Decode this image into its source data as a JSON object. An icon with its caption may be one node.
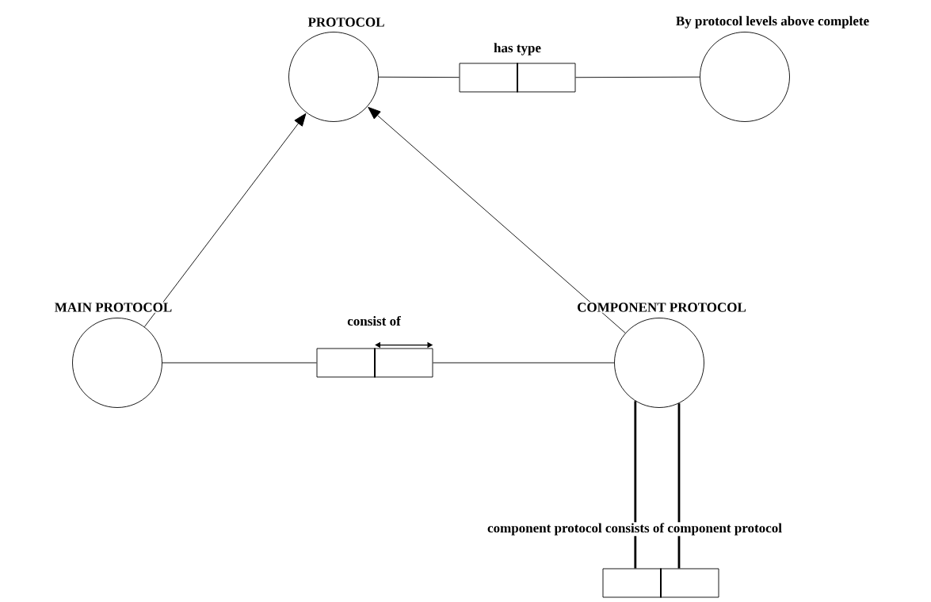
{
  "diagram": {
    "nodes": [
      {
        "text": [
          "PROTOCOL"
        ]
      },
      {
        "text": [
          "has type"
        ]
      },
      {
        "text": [
          "By protocol levels above complete"
        ]
      },
      {
        "text": [
          "MAIN PROTOCOL"
        ]
      },
      {
        "text": [
          "consist of"
        ]
      },
      {
        "text": [
          "COMPONENT PROTOCOL"
        ]
      },
      {
        "text": [
          "component protocol consists of component protocol"
        ]
      }
    ],
    "edges": [
      {
        "from": 0,
        "to": 1,
        "arrow": "none"
      },
      {
        "from": 1,
        "to": 2,
        "arrow": "none"
      },
      {
        "from": 3,
        "to": 0,
        "arrow": "to"
      },
      {
        "from": 5,
        "to": 0,
        "arrow": "to"
      },
      {
        "from": 3,
        "to": 4,
        "arrow": "none"
      },
      {
        "from": 4,
        "to": 5,
        "arrow": "none"
      },
      {
        "from": 5,
        "to": 6,
        "arrow": "none",
        "style": "thick"
      },
      {
        "from": 5,
        "to": 6,
        "arrow": "none",
        "style": "thick"
      }
    ]
  }
}
